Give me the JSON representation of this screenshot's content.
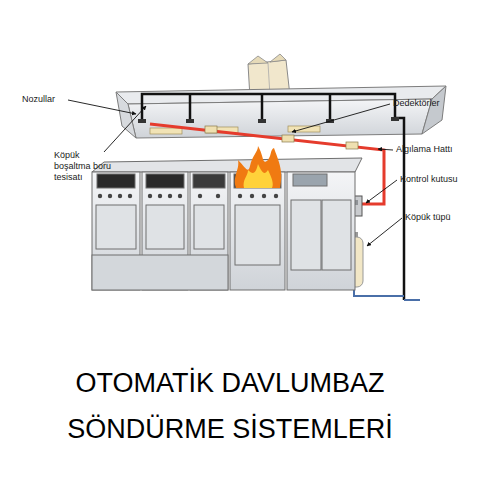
{
  "diagram": {
    "title": "OTOMATİK DAVLUMBAZ SÖNDÜRME SİSTEMLERİ",
    "labels": [
      "Nozullar",
      "Köpük boşaltma boru tesisatı",
      "Dedektörler",
      "Algılama Hattı",
      "Kontrol kutusu",
      "Köpük tüpü"
    ]
  }
}
